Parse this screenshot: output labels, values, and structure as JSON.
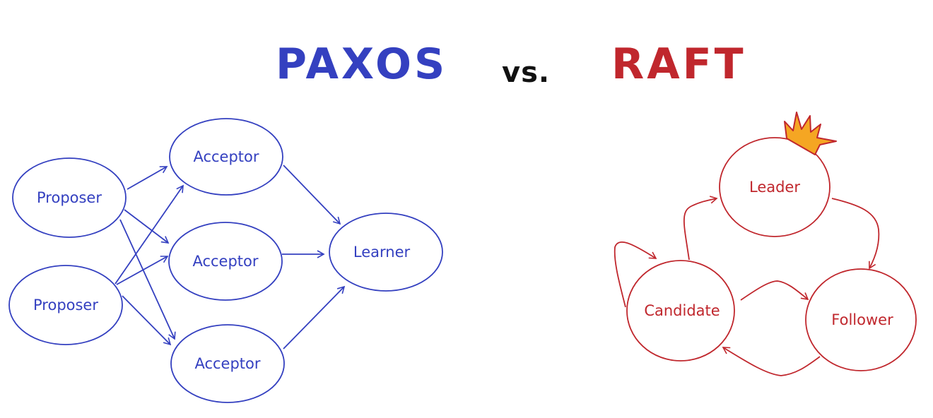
{
  "title": {
    "left": "PAXOS",
    "middle": "vs.",
    "right": "RAFT"
  },
  "colors": {
    "paxos": "#3440c0",
    "raft": "#c0272d",
    "crown_fill": "#f5a623",
    "vs": "#111111"
  },
  "paxos": {
    "nodes": [
      {
        "id": "proposer-1",
        "label": "Proposer"
      },
      {
        "id": "proposer-2",
        "label": "Proposer"
      },
      {
        "id": "acceptor-1",
        "label": "Acceptor"
      },
      {
        "id": "acceptor-2",
        "label": "Acceptor"
      },
      {
        "id": "acceptor-3",
        "label": "Acceptor"
      },
      {
        "id": "learner",
        "label": "Learner"
      }
    ],
    "edges": [
      {
        "from": "proposer-1",
        "to": "acceptor-1"
      },
      {
        "from": "proposer-1",
        "to": "acceptor-2"
      },
      {
        "from": "proposer-1",
        "to": "acceptor-3"
      },
      {
        "from": "proposer-2",
        "to": "acceptor-1"
      },
      {
        "from": "proposer-2",
        "to": "acceptor-2"
      },
      {
        "from": "proposer-2",
        "to": "acceptor-3"
      },
      {
        "from": "acceptor-1",
        "to": "learner"
      },
      {
        "from": "acceptor-2",
        "to": "learner"
      },
      {
        "from": "acceptor-3",
        "to": "learner"
      }
    ]
  },
  "raft": {
    "nodes": [
      {
        "id": "leader",
        "label": "Leader",
        "icon": "crown-icon"
      },
      {
        "id": "candidate",
        "label": "Candidate"
      },
      {
        "id": "follower",
        "label": "Follower"
      }
    ],
    "edges": [
      {
        "from": "candidate",
        "to": "leader"
      },
      {
        "from": "leader",
        "to": "follower"
      },
      {
        "from": "candidate",
        "to": "follower"
      },
      {
        "from": "follower",
        "to": "candidate"
      },
      {
        "from": "candidate",
        "to": "candidate"
      }
    ]
  }
}
